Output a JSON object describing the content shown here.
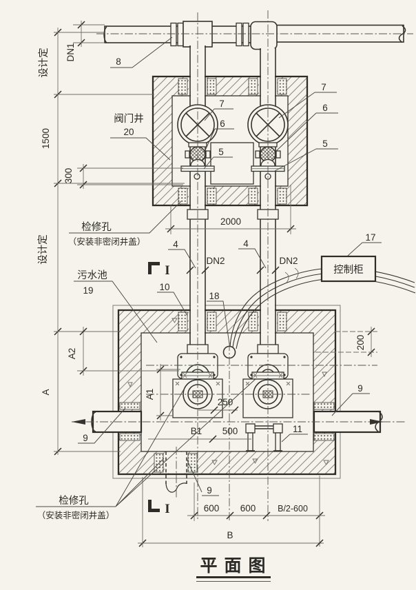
{
  "title": {
    "text": "平面图"
  },
  "colors": {
    "paper": "#f5f3ec",
    "line": "#35332f",
    "thin": "#6f6d68",
    "text": "#2c2a26"
  },
  "annotations": {
    "design": "设计定",
    "dn1": "DN1",
    "dn2": "DN2",
    "p4": "4",
    "p5": "5",
    "p6": "6",
    "p7": "7",
    "p8": "8",
    "p9": "9",
    "p10": "10",
    "p11": "11",
    "p17": "17",
    "p18": "18",
    "p19": "19",
    "p20": "20",
    "valveWell": "阀门井",
    "pool": "污水池",
    "cabinet": "控制柜",
    "inspTitle": "检修孔",
    "inspSub": "（安装非密闭井盖）",
    "sec": "I",
    "d1500": "1500",
    "d300": "300",
    "d2000": "2000",
    "d200": "200",
    "d250": "250",
    "d500": "500",
    "d600": "600",
    "dHalf": "B/2-600",
    "a": "A",
    "a1": "A1",
    "a2": "A2",
    "b": "B",
    "b1": "B1",
    "title": "平面图"
  }
}
